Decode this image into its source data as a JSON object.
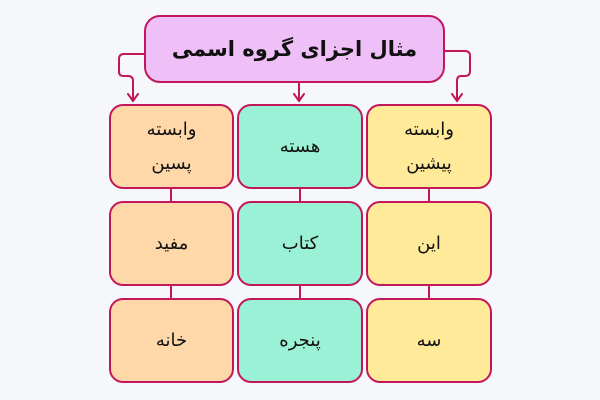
{
  "title": "مثال اجزای گروه اسمی",
  "colors": {
    "background": "#f6f7fb",
    "border": "#c2185b",
    "title_fill": "#efbff8",
    "post_dependent_fill": "#ffd8a9",
    "head_fill": "#9af1d6",
    "pre_dependent_fill": "#ffea99"
  },
  "columns": {
    "right": {
      "header_line1": "وابسته",
      "header_line2": "پیشین",
      "items": [
        "این",
        "سه"
      ]
    },
    "middle": {
      "header": "هسته",
      "items": [
        "کتاب",
        "پنجره"
      ]
    },
    "left": {
      "header_line1": "وابسته",
      "header_line2": "پسین",
      "items": [
        "مفید",
        "خانه"
      ]
    }
  },
  "icons": {
    "arrow_left": "arrow-down-icon",
    "arrow_middle": "arrow-down-icon",
    "arrow_right": "arrow-down-icon"
  }
}
